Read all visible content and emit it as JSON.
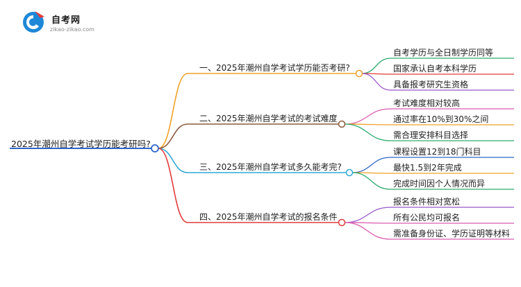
{
  "brand": {
    "name": "自考网",
    "url": "zikao-zikao.com"
  },
  "mindmap": {
    "root": "2025年潮州自学考试学历能考研吗?",
    "branches": [
      {
        "label": "一、2025年潮州自学考试学历能否考研?",
        "color": "#f0a028",
        "leaves": [
          {
            "label": "自考学历与全日制学历同等",
            "color": "#2cac6e"
          },
          {
            "label": "国家承认自考本科学历",
            "color": "#e03a3a"
          },
          {
            "label": "具备报考研究生资格",
            "color": "#9856c9"
          }
        ]
      },
      {
        "label": "二、2025年潮州自学考试的考试难度",
        "color": "#8c5a3c",
        "leaves": [
          {
            "label": "考试难度相对较高",
            "color": "#d95bb0"
          },
          {
            "label": "通过率在10%到30%之间",
            "color": "#f0a028"
          },
          {
            "label": "需合理安排科目选择",
            "color": "#2cac6e"
          }
        ]
      },
      {
        "label": "三、2025年潮州自学考试多久能考完?",
        "color": "#2ea8d6",
        "leaves": [
          {
            "label": "课程设置12到18门科目",
            "color": "#2e66c8"
          },
          {
            "label": "最快1.5到2年完成",
            "color": "#f0a028"
          },
          {
            "label": "完成时间因个人情况而异",
            "color": "#2cac6e"
          }
        ]
      },
      {
        "label": "四、2025年潮州自学考试的报名条件",
        "color": "#e03a3a",
        "leaves": [
          {
            "label": "报名条件相对宽松",
            "color": "#9856c9"
          },
          {
            "label": "所有公民均可报名",
            "color": "#d95bb0"
          },
          {
            "label": "需准备身份证、学历证明等材料",
            "color": "#d95bb0"
          }
        ]
      }
    ]
  }
}
